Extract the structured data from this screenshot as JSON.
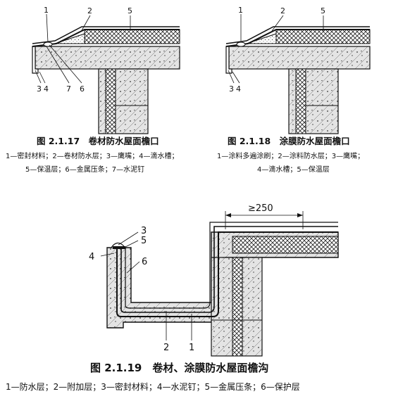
{
  "figures": [
    {
      "id": "fig-2-1-17",
      "title": "图 2.1.17　卷材防水屋面檐口",
      "legend_lines": [
        "1—密封材料；2—卷材防水层；3—鹰嘴；4—滴水槽；",
        "5—保温层；6—金属压条；7—水泥钉"
      ],
      "callouts": [
        "1",
        "2",
        "5",
        "3",
        "4",
        "7",
        "6"
      ]
    },
    {
      "id": "fig-2-1-18",
      "title": "图 2.1.18　涂膜防水屋面檐口",
      "legend_lines": [
        "1—涂料多遍涂刷；2—涂料防水层；3—鹰嘴；",
        "4—滴水槽；5—保温层"
      ],
      "callouts": [
        "1",
        "2",
        "5",
        "3",
        "4"
      ]
    },
    {
      "id": "fig-2-1-19",
      "title": "图 2.1.19　卷材、涂膜防水屋面檐沟",
      "legend_lines": [
        "1—防水层；2—附加层；3—密封材料；4—水泥钉；5—金属压条；6—保护层"
      ],
      "callouts": [
        "3",
        "5",
        "4",
        "6",
        "2",
        "1"
      ],
      "dimension": "≥250"
    }
  ]
}
